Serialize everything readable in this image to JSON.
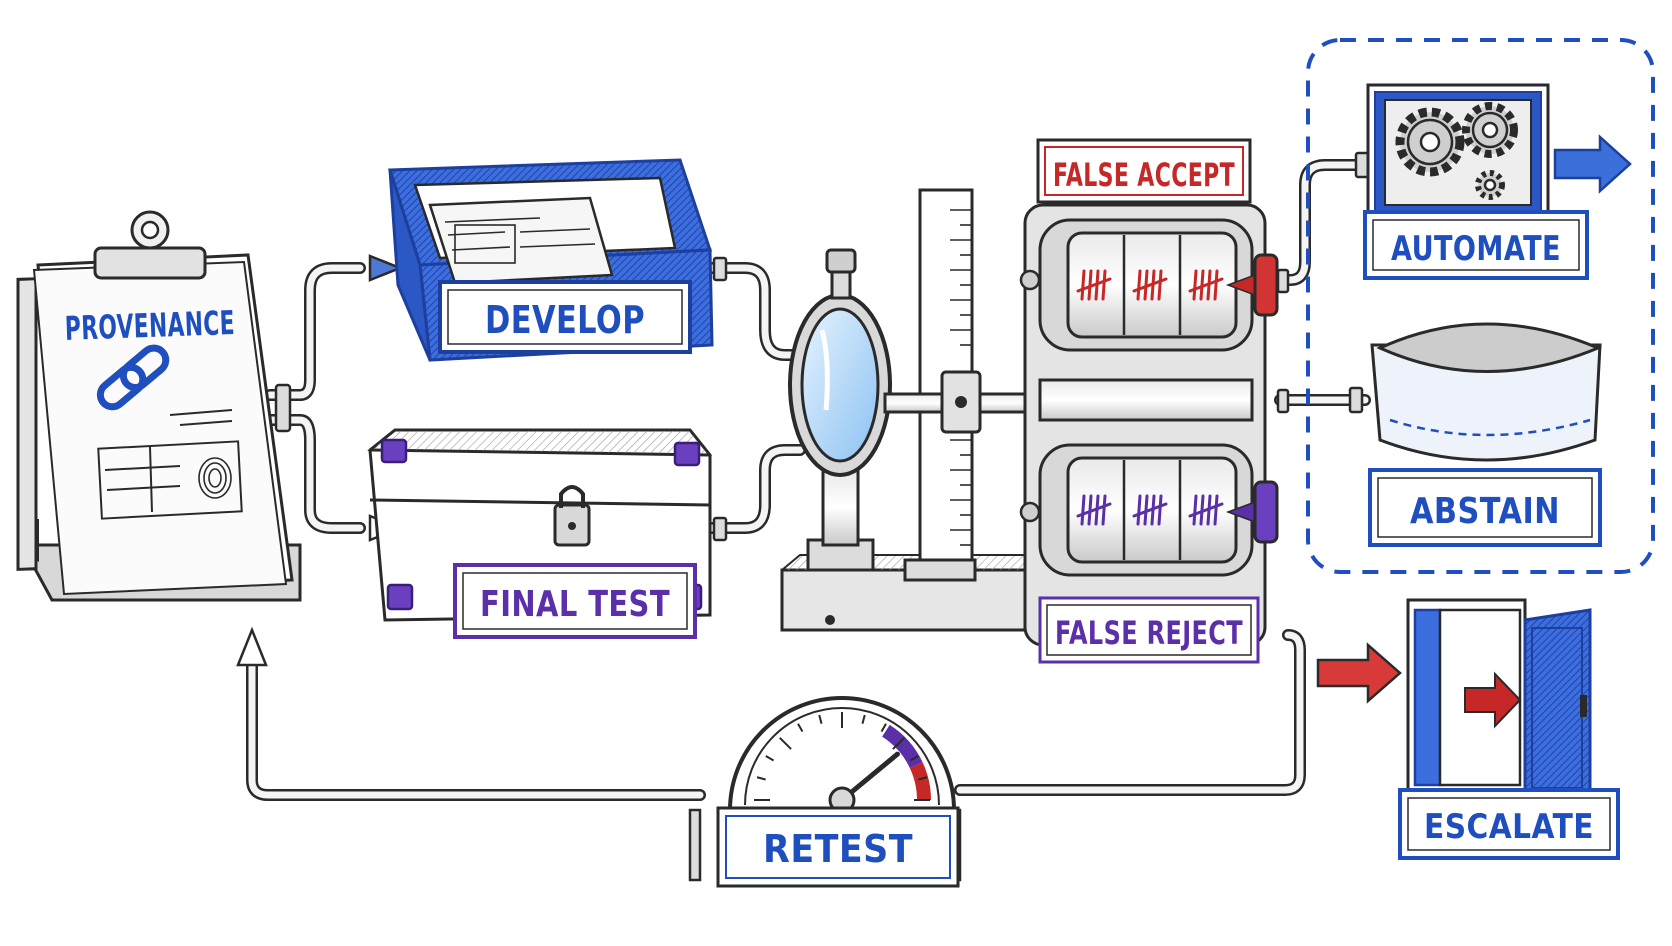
{
  "labels": {
    "provenance": "PROVENANCE",
    "develop": "DEVELOP",
    "final_test": "FINAL TEST",
    "false_accept": "FALSE ACCEPT",
    "false_reject": "FALSE REJECT",
    "automate": "AUTOMATE",
    "abstain": "ABSTAIN",
    "escalate": "ESCALATE",
    "retest": "RETEST"
  },
  "colors": {
    "blue": "#1f4fbf",
    "purple": "#5b2fa8",
    "red": "#c62828",
    "ink": "#2a2a2a",
    "paper": "#f7f7f7"
  },
  "icons": {
    "provenance": "clipboard-icon",
    "provenance_link": "chain-link-icon",
    "provenance_print": "fingerprint-icon",
    "develop": "open-tray-icon",
    "final_test": "locked-case-icon",
    "inspector": "magnifier-icon",
    "ruler": "ruler-icon",
    "counter": "tally-counter-icon",
    "automate": "gears-icon",
    "abstain": "bin-icon",
    "escalate": "open-door-icon",
    "retest": "gauge-icon"
  },
  "counter": {
    "false_accept_tallies": 3,
    "false_reject_tallies": 3
  },
  "retest_gauge_level": 0.78
}
